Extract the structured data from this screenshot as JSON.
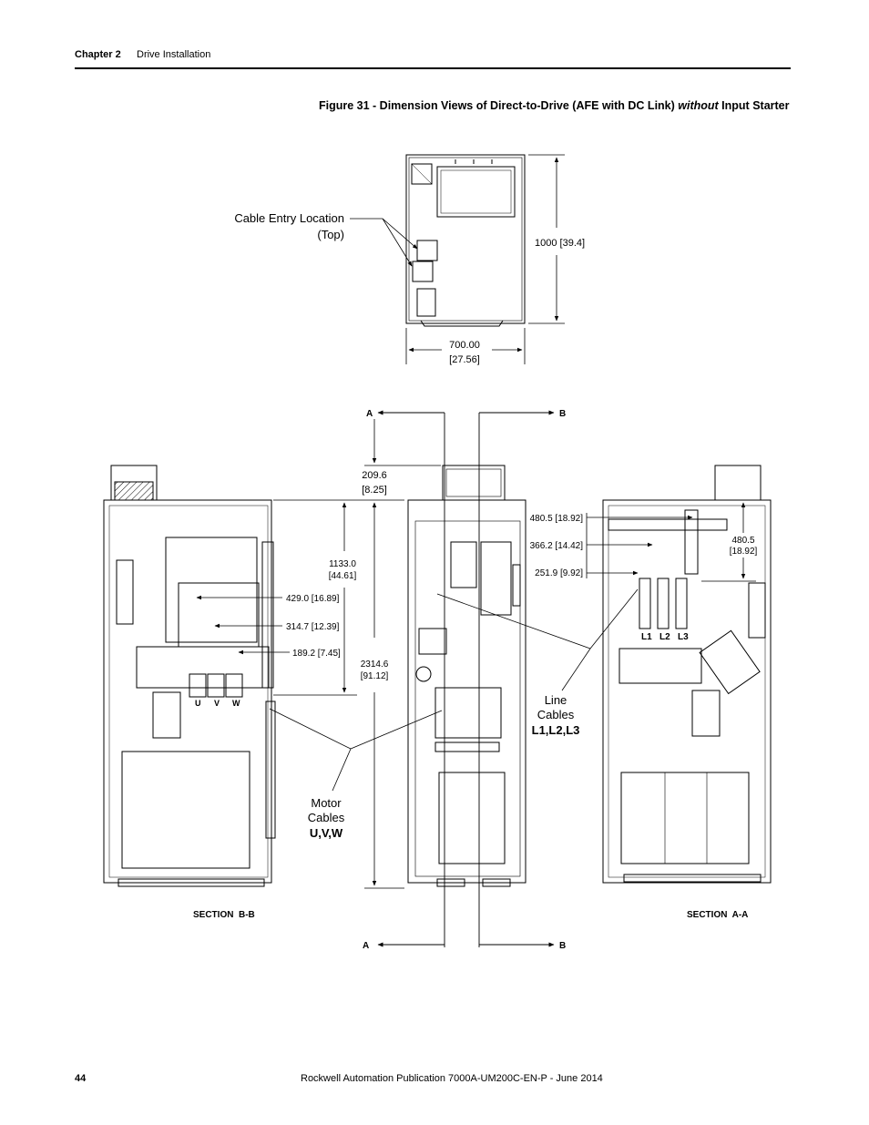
{
  "header": {
    "chapter": "Chapter 2",
    "section": "Drive Installation"
  },
  "figure": {
    "caption_prefix": "Figure 31 - Dimension Views of Direct-to-Drive (AFE with DC Link) ",
    "caption_italic": "without",
    "caption_suffix": " Input Starter"
  },
  "top_view": {
    "cable_entry_line1": "Cable Entry Location",
    "cable_entry_line2": "(Top)",
    "depth_dim": "1000 [39.4]",
    "width_dim_line1": "700.00",
    "width_dim_line2": "[27.56]"
  },
  "front_view": {
    "section_a_top": "A",
    "section_b_top": "B",
    "section_a_bottom": "A",
    "section_b_bottom": "B",
    "top_clearance_line1": "209.6",
    "top_clearance_line2": "[8.25]",
    "total_height_line1": "2314.6",
    "total_height_line2": "[91.12]",
    "motor_cables_line1": "Motor",
    "motor_cables_line2": "Cables",
    "motor_cables_line3": "U,V,W",
    "line_cables_line1": "Line",
    "line_cables_line2": "Cables",
    "line_cables_line3": "L1,L2,L3"
  },
  "section_bb": {
    "label": "SECTION  B-B",
    "height_line1": "1133.0",
    "height_line2": "[44.61]",
    "dim1": "429.0 [16.89]",
    "dim2": "314.7 [12.39]",
    "dim3": "189.2 [7.45]",
    "terminal_u": "U",
    "terminal_v": "V",
    "terminal_w": "W"
  },
  "section_aa": {
    "label": "SECTION  A-A",
    "dim1": "480.5 [18.92]",
    "dim2": "366.2 [14.42]",
    "dim3": "251.9 [9.92]",
    "side_dim_line1": "480.5",
    "side_dim_line2": "[18.92]",
    "terminal_l1": "L1",
    "terminal_l2": "L2",
    "terminal_l3": "L3"
  },
  "footer": {
    "page_number": "44",
    "publication": "Rockwell Automation Publication 7000A-UM200C-EN-P - June 2014"
  }
}
